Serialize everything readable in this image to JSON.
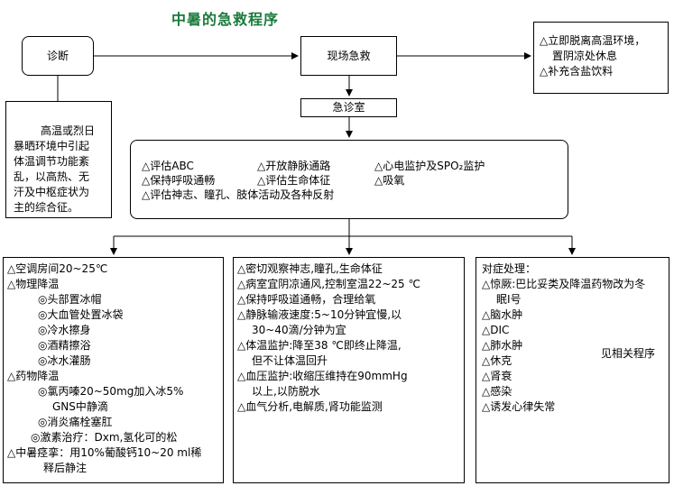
{
  "title": "中暑的急救程序",
  "diagnosis": "诊断",
  "onsite": "现场急救",
  "immediate": [
    "△立即脱离高温环境，",
    "  置阴凉处休息",
    "△补充含盐饮料"
  ],
  "definition": [
    "高温或烈日",
    "暴晒环境中引起",
    "体温调节功能紊",
    "乱，以高热、无",
    "汗及中枢症状为",
    "主的综合征。"
  ],
  "er": "急诊室",
  "assessment": {
    "row1": [
      "△评估ABC",
      "△开放静脉通路",
      "△心电监护及SPO₂监护"
    ],
    "row2": [
      "△保持呼吸通畅",
      "△评估生命体征",
      "△吸氧"
    ],
    "row3": "△评估神志、瞳孔、肢体活动及各种反射"
  },
  "col1": [
    "△空调房间20~25℃",
    "△物理降温",
    "◎头部置冰帽",
    "◎大血管处置冰袋",
    "◎冷水擦身",
    "◎酒精擦浴",
    "◎冰水灌肠",
    "△药物降温",
    "◎氯丙嗪20~50mg加入冰5%",
    "GNS中静滴",
    "◎消炎痛栓塞肛",
    "◎激素治疗：Dxm,氢化可的松",
    "△中暑痉挛：用10%葡酸钙10~20 ml稀",
    "释后静注"
  ],
  "col2": [
    "△密切观察神志,瞳孔,生命体征",
    "△病室宜阴凉通风,控制室温22~25 ℃",
    "△保持呼吸道通畅，合理给氧",
    "△静脉输液速度:5~10分钟宜慢,以",
    "30~40滴/分钟为宜",
    "△体温监护:降至38 ℃即终止降温,",
    "但不让体温回升",
    "△血压监护:收缩压维持在90mmHg",
    "以上,以防脱水",
    "△血气分析,电解质,肾功能监测"
  ],
  "col3": [
    "对症处理：",
    "△惊厥:巴比妥类及降温药物改为冬",
    "眠Ⅰ号",
    "△脑水肿",
    "△DIC",
    "△肺水肿",
    "△休克",
    "△肾衰",
    "△感染",
    "△诱发心律失常"
  ],
  "see_also": "见相关程序"
}
